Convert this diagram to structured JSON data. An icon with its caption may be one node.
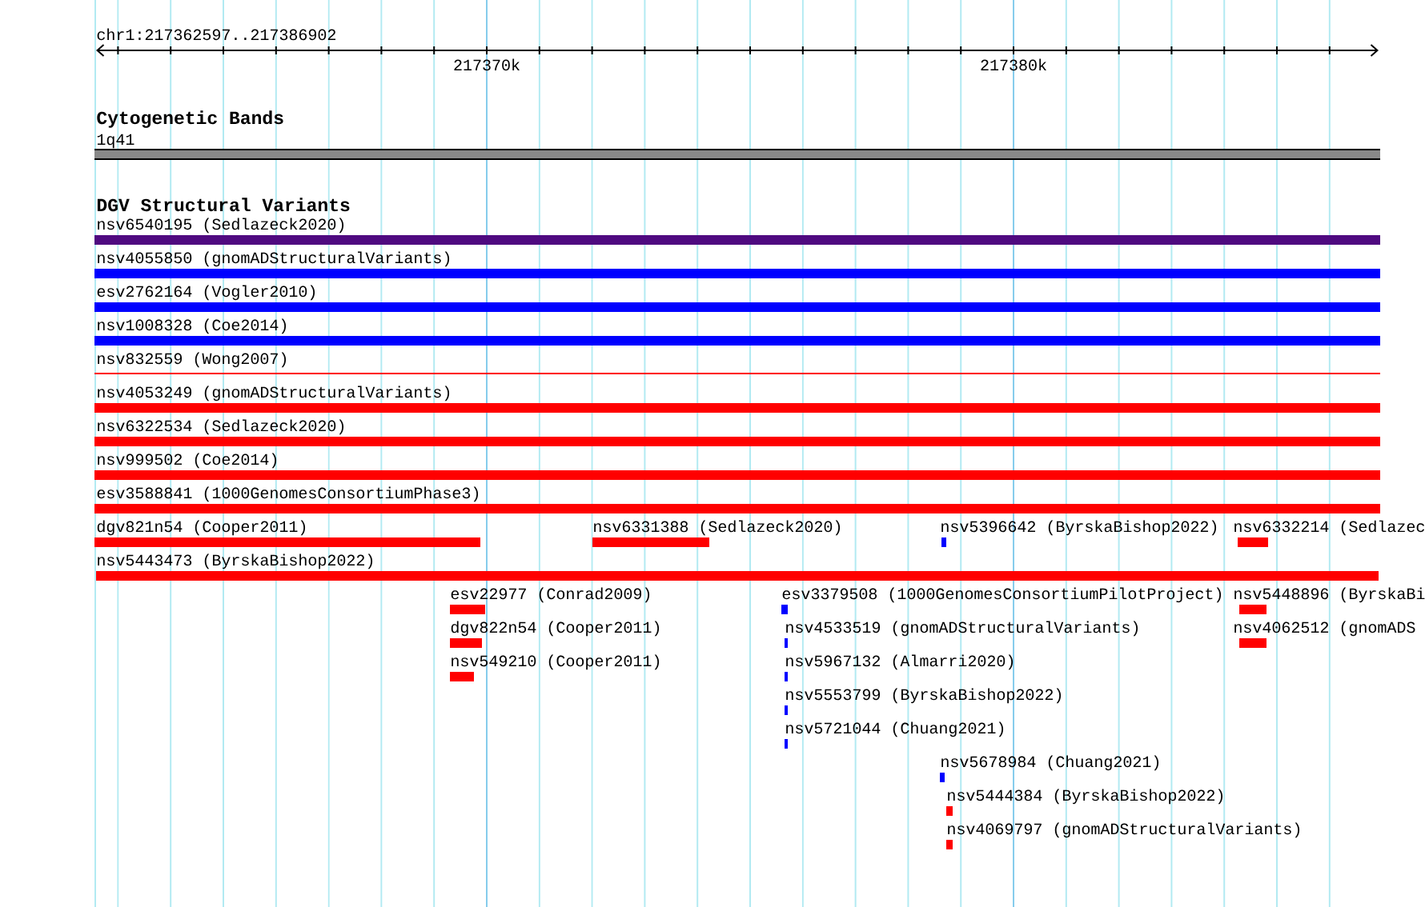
{
  "diagram": {
    "nodes": [
      {
        "text": [],
        "shape": "bar",
        "beside": [
          "1q41"
        ]
      },
      {
        "text": [],
        "shape": "bar",
        "beside": [
          "nsv6540195 (Sedlazeck2020)"
        ]
      },
      {
        "text": [],
        "shape": "bar",
        "beside": [
          "nsv4055850 (gnomADStructuralVariants)"
        ]
      },
      {
        "text": [],
        "shape": "bar",
        "beside": [
          "esv2762164 (Vogler2010)"
        ]
      },
      {
        "text": [],
        "shape": "bar",
        "beside": [
          "nsv1008328 (Coe2014)"
        ]
      },
      {
        "text": [],
        "shape": "bar",
        "beside": [
          "nsv832559 (Wong2007)"
        ]
      },
      {
        "text": [],
        "shape": "bar",
        "beside": [
          "nsv4053249 (gnomADStructuralVariants)"
        ]
      },
      {
        "text": [],
        "shape": "bar",
        "beside": [
          "nsv6322534 (Sedlazeck2020)"
        ]
      },
      {
        "text": [],
        "shape": "bar",
        "beside": [
          "nsv999502 (Coe2014)"
        ]
      },
      {
        "text": [],
        "shape": "bar",
        "beside": [
          "esv3588841 (1000GenomesConsortiumPhase3)"
        ]
      },
      {
        "text": [],
        "shape": "bar",
        "beside": [
          "dgv821n54 (Cooper2011)"
        ]
      },
      {
        "text": [],
        "shape": "bar",
        "beside": [
          "nsv6331388 (Sedlazeck2020)"
        ]
      },
      {
        "text": [],
        "shape": "bar",
        "beside": [
          "nsv5396642 (ByrskaBishop2022)"
        ]
      },
      {
        "text": [],
        "shape": "bar",
        "beside": [
          "nsv6332214 (Sedlazec"
        ]
      },
      {
        "text": [],
        "shape": "bar",
        "beside": [
          "nsv5443473 (ByrskaBishop2022)"
        ]
      },
      {
        "text": [],
        "shape": "bar",
        "beside": [
          "esv22977 (Conrad2009)"
        ]
      },
      {
        "text": [],
        "shape": "bar",
        "beside": [
          "esv3379508 (1000GenomesConsortiumPilotProject)"
        ]
      },
      {
        "text": [],
        "shape": "bar",
        "beside": [
          "nsv5448896 (ByrskaBi"
        ]
      },
      {
        "text": [],
        "shape": "bar",
        "beside": [
          "dgv822n54 (Cooper2011)"
        ]
      },
      {
        "text": [],
        "shape": "bar",
        "beside": [
          "nsv4533519 (gnomADStructuralVariants)"
        ]
      },
      {
        "text": [],
        "shape": "bar",
        "beside": [
          "nsv4062512 (gnomADS"
        ]
      },
      {
        "text": [],
        "shape": "bar",
        "beside": [
          "nsv549210 (Cooper2011)"
        ]
      },
      {
        "text": [],
        "shape": "bar",
        "beside": [
          "nsv5967132 (Almarri2020)"
        ]
      },
      {
        "text": [],
        "shape": "bar",
        "beside": [
          "nsv5553799 (ByrskaBishop2022)"
        ]
      },
      {
        "text": [],
        "shape": "bar",
        "beside": [
          "nsv5721044 (Chuang2021)"
        ]
      },
      {
        "text": [],
        "shape": "bar",
        "beside": [
          "nsv5678984 (Chuang2021)"
        ]
      },
      {
        "text": [],
        "shape": "bar",
        "beside": [
          "nsv5444384 (ByrskaBishop2022)"
        ]
      },
      {
        "text": [],
        "shape": "bar",
        "beside": [
          "nsv4069797 (gnomADStructuralVariants)"
        ]
      }
    ],
    "labels": [
      "chr1:217362597..217386902",
      "217370k",
      "217380k",
      "Cytogenetic Bands",
      "DGV Structural Variants"
    ]
  }
}
